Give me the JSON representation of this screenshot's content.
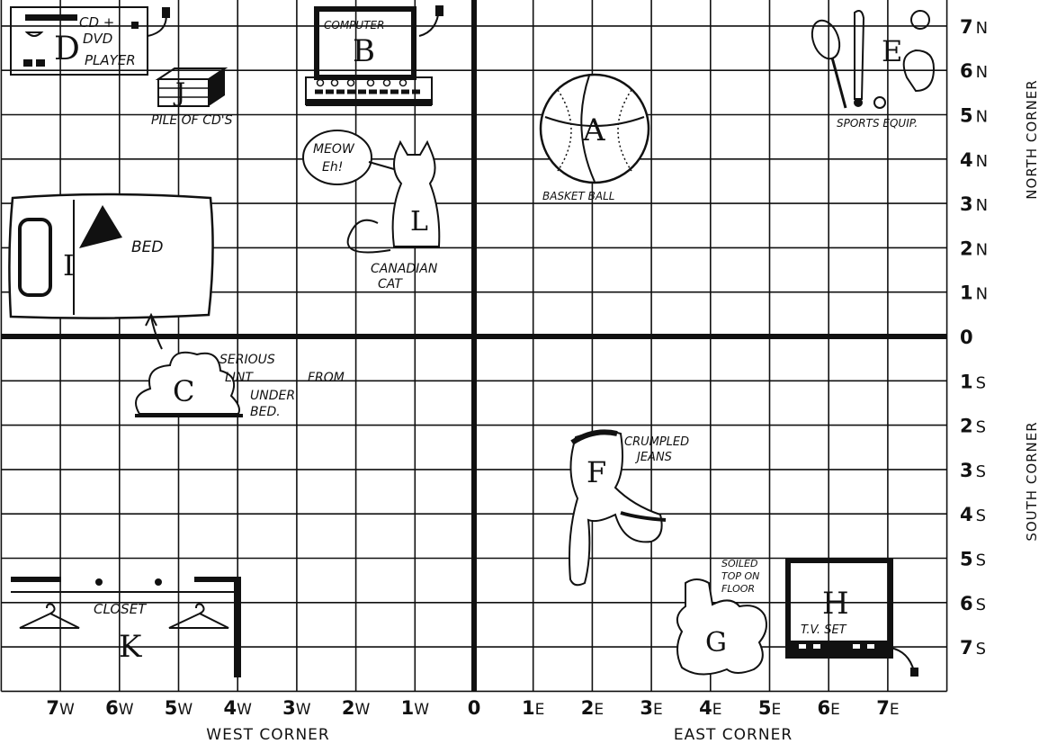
{
  "grid": {
    "x_min": -8,
    "x_max": 8,
    "y_min": -8,
    "y_max": 8,
    "x_ticks": [
      {
        "num": "7",
        "unit": "W"
      },
      {
        "num": "6",
        "unit": "W"
      },
      {
        "num": "5",
        "unit": "W"
      },
      {
        "num": "4",
        "unit": "W"
      },
      {
        "num": "3",
        "unit": "W"
      },
      {
        "num": "2",
        "unit": "W"
      },
      {
        "num": "1",
        "unit": "W"
      },
      {
        "num": "0",
        "unit": ""
      },
      {
        "num": "1",
        "unit": "E"
      },
      {
        "num": "2",
        "unit": "E"
      },
      {
        "num": "3",
        "unit": "E"
      },
      {
        "num": "4",
        "unit": "E"
      },
      {
        "num": "5",
        "unit": "E"
      },
      {
        "num": "6",
        "unit": "E"
      },
      {
        "num": "7",
        "unit": "E"
      }
    ],
    "y_ticks": [
      {
        "num": "7",
        "unit": "N"
      },
      {
        "num": "6",
        "unit": "N"
      },
      {
        "num": "5",
        "unit": "N"
      },
      {
        "num": "4",
        "unit": "N"
      },
      {
        "num": "3",
        "unit": "N"
      },
      {
        "num": "2",
        "unit": "N"
      },
      {
        "num": "1",
        "unit": "N"
      },
      {
        "num": "0",
        "unit": ""
      },
      {
        "num": "1",
        "unit": "S"
      },
      {
        "num": "2",
        "unit": "S"
      },
      {
        "num": "3",
        "unit": "S"
      },
      {
        "num": "4",
        "unit": "S"
      },
      {
        "num": "5",
        "unit": "S"
      },
      {
        "num": "6",
        "unit": "S"
      },
      {
        "num": "7",
        "unit": "S"
      }
    ]
  },
  "corners": {
    "west": "WEST CORNER",
    "east": "EAST CORNER",
    "north": "NORTH CORNER",
    "south": "SOUTH CORNER"
  },
  "items": {
    "a": {
      "letter": "A",
      "label": "BASKET BALL"
    },
    "b": {
      "letter": "B",
      "label": "COMPUTER"
    },
    "c": {
      "letter": "C",
      "label_lines": [
        "SERIOUS",
        "LINT",
        "FROM",
        "UNDER",
        "BED."
      ]
    },
    "d": {
      "letter": "D",
      "label_lines": [
        "CD +",
        "DVD",
        "PLAYER"
      ]
    },
    "e": {
      "letter": "E",
      "label": "SPORTS EQUIP."
    },
    "f": {
      "letter": "F",
      "label_lines": [
        "CRUMPLED",
        "JEANS"
      ]
    },
    "g": {
      "letter": "G",
      "label_lines": [
        "SOILED",
        "TOP ON",
        "FLOOR"
      ]
    },
    "h": {
      "letter": "H",
      "label": "T.V. SET"
    },
    "i": {
      "letter": "I",
      "label": "BED"
    },
    "j": {
      "letter": "J",
      "label": "PILE OF CD'S"
    },
    "k": {
      "letter": "K",
      "label": "CLOSET"
    },
    "l": {
      "letter": "L",
      "label_lines": [
        "CANADIAN",
        "CAT"
      ],
      "speech_lines": [
        "MEOW",
        "Eh!"
      ]
    }
  }
}
